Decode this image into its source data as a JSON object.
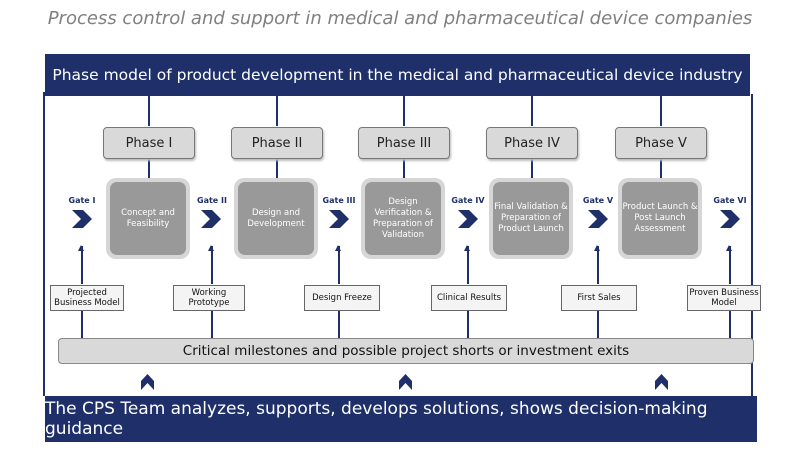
{
  "title": "Process control and support in medical and pharmaceutical device companies",
  "top_banner": "Phase model of product development in the medical and pharmaceutical device industry",
  "phases": [
    "Phase I",
    "Phase II",
    "Phase III",
    "Phase IV",
    "Phase V"
  ],
  "gates": [
    "Gate I",
    "Gate II",
    "Gate III",
    "Gate IV",
    "Gate V",
    "Gate VI"
  ],
  "steps": [
    "Concept and Feasibility",
    "Design and Development",
    "Design Verification & Preparation of Validation",
    "Final Validation & Preparation of Product Launch",
    "Product Launch & Post Launch Assessment"
  ],
  "milestones": [
    "Projected Business Model",
    "Working Prototype",
    "Design Freeze",
    "Clinical Results",
    "First Sales",
    "Proven Business Model"
  ],
  "critical_bar": "Critical milestones and possible project shorts or investment exits",
  "bottom_banner": "The CPS Team analyzes, supports, develops solutions, shows decision-making guidance",
  "colors": {
    "navy": "#1e2f6a",
    "phase_fill": "#d9d9d9",
    "step_fill": "#999999",
    "title_gray": "#808080"
  }
}
